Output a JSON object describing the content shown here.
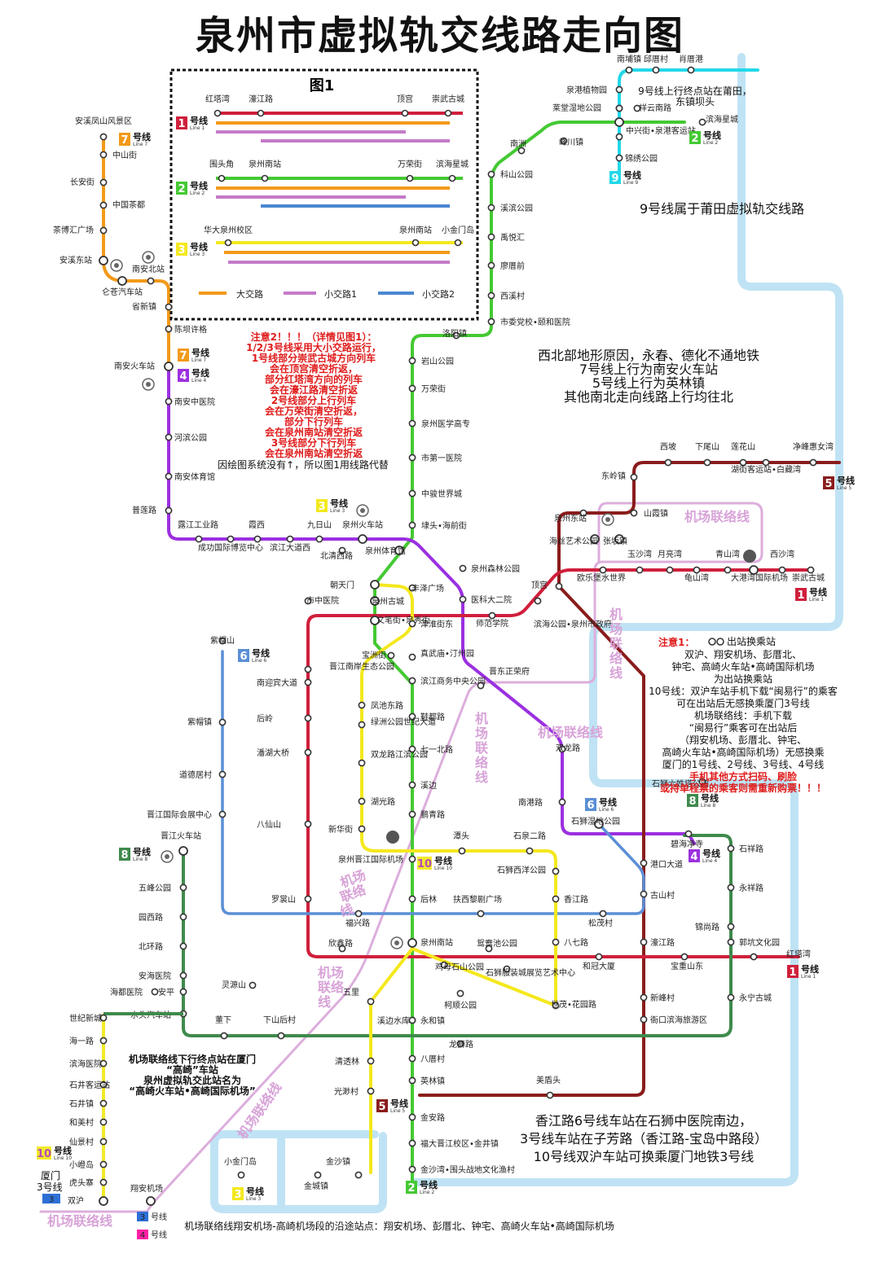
{
  "title": "泉州市虚拟轨交线路走向图",
  "colors": {
    "line1": "#d01f3c",
    "line2": "#44c933",
    "line3": "#f4e81e",
    "line4": "#9b30e0",
    "line5": "#8a1c1c",
    "line6": "#5b8fd6",
    "line7": "#f29a1a",
    "line8": "#3f8a4c",
    "line9": "#22d8e8",
    "line10": "#f2ea2a",
    "airport": "#d8a8d8",
    "loop": "#b6dff2",
    "fig_big": "#f29a1a",
    "fig_small1": "#c47bc9",
    "fig_small2": "#4a86d1"
  },
  "lines": {
    "l1": {
      "num": "1",
      "label": "号线",
      "sub": "Line 1"
    },
    "l2": {
      "num": "2",
      "label": "号线",
      "sub": "Line 2"
    },
    "l3": {
      "num": "3",
      "label": "号线",
      "sub": "Line 3"
    },
    "l4": {
      "num": "4",
      "label": "号线",
      "sub": "Line 4"
    },
    "l5": {
      "num": "5",
      "label": "号线",
      "sub": "Line 5"
    },
    "l6": {
      "num": "6",
      "label": "号线",
      "sub": "Line 6"
    },
    "l7": {
      "num": "7",
      "label": "号线",
      "sub": "Line 7"
    },
    "l8": {
      "num": "8",
      "label": "号线",
      "sub": "Line 8"
    },
    "l9": {
      "num": "9",
      "label": "号线",
      "sub": "Line 9"
    },
    "l10": {
      "num": "10",
      "label": "号线",
      "sub": "Line 10"
    }
  },
  "figure1": {
    "title": "图1",
    "row1": [
      "红塔湾",
      "濠江路",
      "顶宫",
      "崇武古城"
    ],
    "row2": [
      "围头角",
      "泉州南站",
      "万荣街",
      "滨海星城"
    ],
    "row3": [
      "华大泉州校区",
      "泉州南站",
      "小金门岛"
    ],
    "legend": [
      "大交路",
      "小交路1",
      "小交路2"
    ]
  },
  "notes": {
    "attention2": [
      "注意2！！！（详情见图1）：",
      "1/2/3号线采用大小交路运行，",
      "1号线部分崇武古城方向列车",
      "会在顶宫清空折返，",
      "部分红塔湾方向的列车",
      "会在濠江路清空折返",
      "2号线部分上行列车",
      "会在万荣街清空折返，",
      "部分下行列车",
      "会在泉州南站清空折返",
      "3号线部分下行列车",
      "会在泉州南站清空折返"
    ],
    "attention2_black": "因绘图系统没有↑，所以图1用线路代替",
    "northwest": [
      "西北部地形原因，永春、德化不通地铁",
      "7号线上行为南安火车站",
      "5号线上行为英林镇",
      "其他南北走向线路上行均往北"
    ],
    "line9": "9号线属于莆田虚拟轨交线路",
    "line9_end": [
      "9号线上行终点站在莆田，",
      "东镇坝头"
    ],
    "attention1_title": "注意1：",
    "attention1_sym": "出站换乘站",
    "attention1": [
      "双沪、翔安机场、彭厝北、",
      "钟宅、高崎火车站•高崎国际机场",
      "为出站换乘站",
      "10号线：双沪车站手机下载“闽易行”的乘客",
      "可在出站后无感换乘厦门3号线",
      "机场联络线：手机下载",
      "“闽易行”乘客可在出站后",
      "（翔安机场、彭厝北、钟宅、",
      "高崎火车站•高崎国际机场）无感换乘",
      "厦门的1号线、2号线、3号线、4号线"
    ],
    "attention1_red": [
      "手机其他方式扫码、刷脸",
      "或持单程票的乘客则需重新购票！！！"
    ],
    "xiangjiang": [
      "香江路6号线车站在石狮中医院南边，",
      "3号线车站在子芳路（香江路-宝岛中路段）",
      "10号线双沪车站可换乘厦门地铁3号线"
    ],
    "airport_end": [
      "机场联络线下行终点站在厦门",
      "“高崎”车站",
      "泉州虚拟轨交此站名为",
      "“高崎火车站•高崎国际机场”"
    ],
    "bottom": "机场联络线翔安机场-高崎机场段的沿途站点：翔安机场、彭厝北、钟宅、高崎火车站•高崎国际机场",
    "airport_line": "机场联络线",
    "airport_line_v": "机场联络线",
    "xiamen3": [
      "厦门",
      "3号线"
    ]
  },
  "stations": {
    "line9": [
      "南埔镇",
      "邱厝村",
      "肖厝港",
      "泉港植物园",
      "莱堂湿地公园",
      "祥云南路",
      "滨海星城",
      "中兴街•泉港客运站",
      "锦绣公园"
    ],
    "line2": [
      "峰川镇",
      "南洲",
      "科山公园",
      "溪滨公园",
      "禹悦汇",
      "廖厝前",
      "西溪村",
      "市委党校•颐和医院",
      "洛阳镇",
      "岩山公园",
      "万荣街",
      "泉州医学高专",
      "市第一医院",
      "中骏世界城",
      "埭头•海前街",
      "泉州体育馆",
      "朝天门",
      "泉州古城",
      "文笔街•泉秀街",
      "宝洲街",
      "滨江商务中央公园",
      "鞋都路",
      "七一北路",
      "溪边",
      "鹏青路",
      "泉州晋江国际机场",
      "后林",
      "泉州南站",
      "鸡母石山公园",
      "柯顺公园",
      "永和镇",
      "龙狮路",
      "八厝村",
      "英林镇",
      "金安路",
      "福大晋江校区•金井镇",
      "金沙湾•围头战地文化渔村"
    ],
    "line7": [
      "安溪凤山风景区",
      "中山街",
      "长安街",
      "中国茶都",
      "茶博汇广场",
      "安溪东站",
      "仑苍汽车站",
      "南安北站",
      "省新镇",
      "陈坝许格",
      "南安火车站"
    ],
    "line4": [
      "南安中医院",
      "河滨公园",
      "南安体育馆",
      "普莲路",
      "露江工业路",
      "霞西",
      "九日山",
      "泉州火车站",
      "成功国际博览中心",
      "滨江大道西",
      "北清西路",
      "泉州森林公园",
      "医科大二院",
      "晋东正荣府",
      "双龙路",
      "南港路",
      "石狮湿地公园",
      "碧海净寺"
    ],
    "line5": [
      "西坡",
      "下尾山",
      "莲花山",
      "净峰惠女湾",
      "湖街客运站•白藏湾",
      "东岭镇",
      "山霞镇",
      "泉州东站",
      "张坂镇",
      "海丝艺术公园",
      "顶宫",
      "师范学院",
      "津淮街东",
      "丰泽广场",
      "港口大道",
      "古山村",
      "濠江路",
      "新峰村",
      "衙口滨海旅游区",
      "美盾头"
    ],
    "line1": [
      "玉沙湾",
      "月亮湾",
      "青山湾",
      "西沙湾",
      "欧乐堡水世界",
      "龟山湾",
      "大港湾国际机场",
      "崇武古城",
      "滨海公园•泉州市政府",
      "市中医院",
      "晋江南岸生态公园",
      "红塔湾",
      "宝重山东",
      "和冠大厦",
      "石狮服装城展览艺术中心",
      "鸳鸯池公园",
      "欣鑫路",
      "灵源山",
      "安平"
    ],
    "line6": [
      "紫帽山",
      "紫帽镇",
      "道德居村",
      "晋江国际会展中心",
      "罗裳山",
      "福兴路",
      "扶西黎剧广场",
      "松茂村",
      "石狮六姓塔公园"
    ],
    "line8": [
      "晋江火车站",
      "五峰公园",
      "园西路",
      "北环路",
      "安海医院",
      "水头汽车站",
      "董下",
      "下山后村",
      "石祥路",
      "永祥路",
      "锦尚路",
      "郭坑文化园",
      "永宁古城",
      "石狮西洋公园",
      "香江路",
      "八七路",
      "世茂•花园路"
    ],
    "line10": [
      "新华街",
      "湖光路",
      "双龙路江滨公园",
      "绿洲公园世纪大道",
      "凤池东路",
      "溪边水库",
      "五里",
      "清透林",
      "光渺村",
      "小金门岛",
      "金沙镇",
      "金城镇"
    ],
    "line3": [
      "真武庙•汀州园",
      "潭头",
      "石泉二路",
      "南迎宾大道",
      "后岭",
      "潘湖大桥",
      "八仙山"
    ],
    "west": [
      "世纪新城",
      "海一路",
      "滨海医院",
      "石井客运站",
      "石井镇",
      "和美村",
      "仙景村",
      "小嶝岛",
      "虎头寨",
      "双沪",
      "翔安机场",
      "海都医院"
    ]
  },
  "legend_bottom": {
    "l3": "3",
    "l4": "4",
    "text3": "号线",
    "text4": "号线"
  }
}
